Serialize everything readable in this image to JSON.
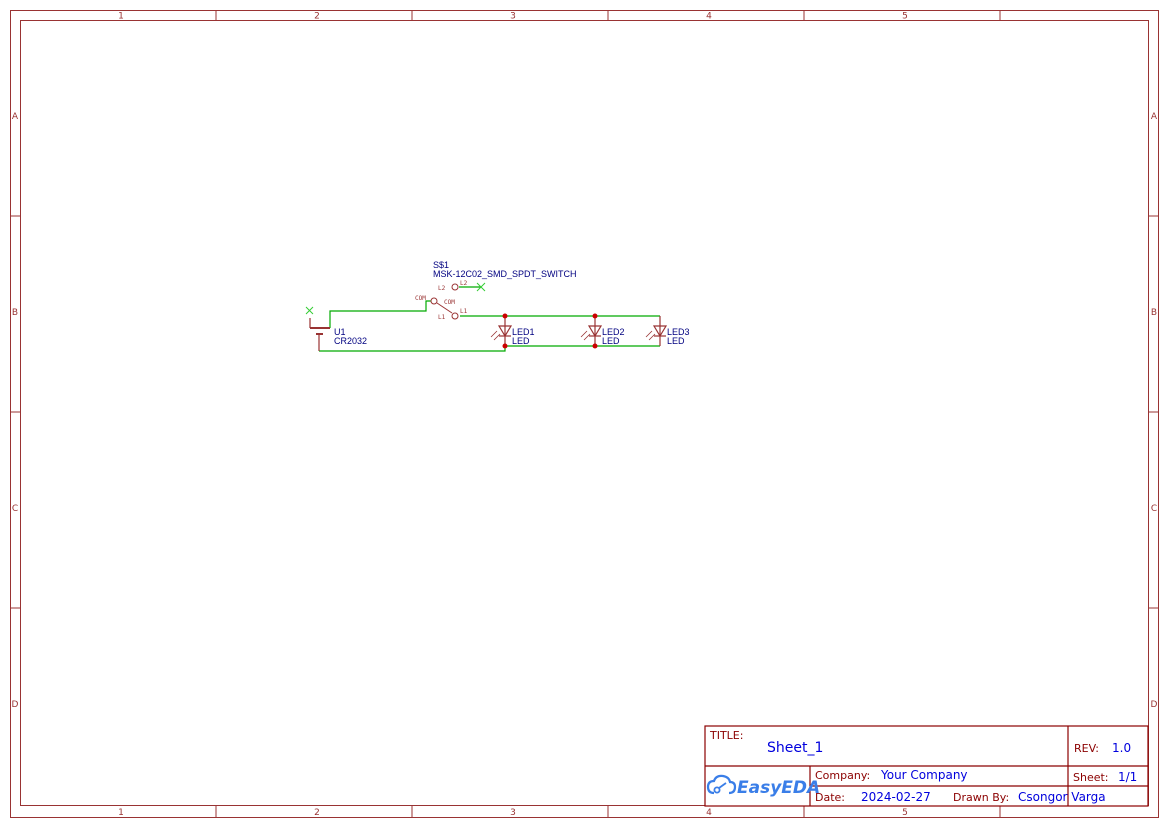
{
  "sheet": {
    "zones_columns": [
      "1",
      "2",
      "3",
      "4",
      "5"
    ],
    "zones_rows": [
      "A",
      "B",
      "C",
      "D"
    ],
    "frame_color": "#993333",
    "wire_color": "#00aa00",
    "junction_color": "#cc0000",
    "label_color": "#000080"
  },
  "components": {
    "switch": {
      "designator": "S$1",
      "value": "MSK-12C02_SMD_SPDT_SWITCH",
      "pins": {
        "com_outer": "COM",
        "com_inner": "COM",
        "l2_outer": "L2",
        "l2_inner": "L2",
        "l1_outer": "L1",
        "l1_inner": "L1"
      }
    },
    "battery": {
      "designator": "U1",
      "value": "CR2032"
    },
    "led1": {
      "designator": "LED1",
      "value": "LED"
    },
    "led2": {
      "designator": "LED2",
      "value": "LED"
    },
    "led3": {
      "designator": "LED3",
      "value": "LED"
    }
  },
  "title_block": {
    "title_label": "TITLE:",
    "title_value": "Sheet_1",
    "rev_label": "REV:",
    "rev_value": "1.0",
    "company_label": "Company:",
    "company_value": "Your Company",
    "sheet_label": "Sheet:",
    "sheet_value": "1/1",
    "date_label": "Date:",
    "date_value": "2024-02-27",
    "drawn_by_label": "Drawn By:",
    "drawn_by_value": "Csongor Varga",
    "logo_text": "EasyEDA"
  }
}
